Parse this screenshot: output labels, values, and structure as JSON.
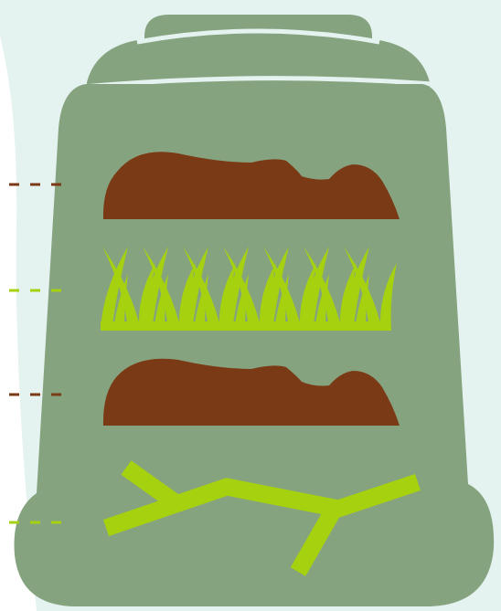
{
  "diagram": {
    "colors": {
      "background_glow": "#e4f3f0",
      "bin": "#86a37f",
      "lid_separator": "#e4f3f0",
      "brown_layer": "#7b3a16",
      "green_layer": "#a5d10f"
    },
    "layers": [
      {
        "name": "soil-layer-top",
        "material": "brown",
        "dash_color": "#7b3a16"
      },
      {
        "name": "grass-layer",
        "material": "green",
        "dash_color": "#a5d10f"
      },
      {
        "name": "soil-layer-middle",
        "material": "brown",
        "dash_color": "#7b3a16"
      },
      {
        "name": "twigs-layer",
        "material": "green",
        "dash_color": "#a5d10f"
      }
    ]
  }
}
